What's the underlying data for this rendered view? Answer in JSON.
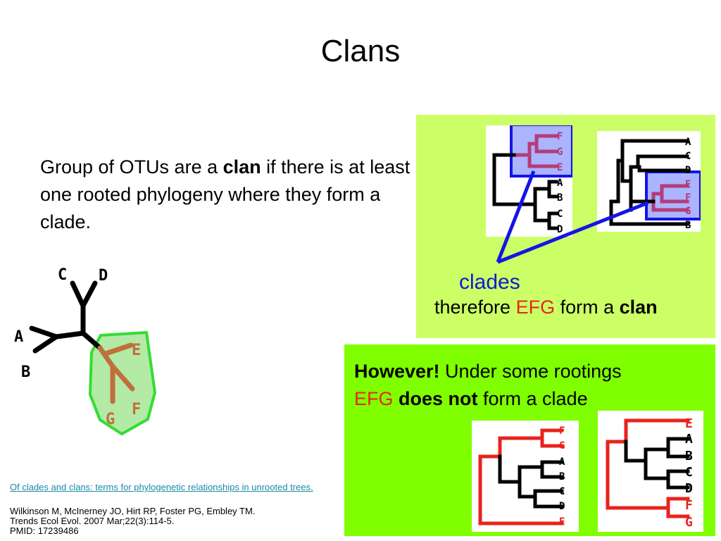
{
  "title": "Clans",
  "definition": {
    "part1": "Group of OTUs are a ",
    "bold": "clan",
    "part2": " if there is at least one rooted phylogeny where they form a clade."
  },
  "unrooted_tree": {
    "labels": {
      "a": "A",
      "b": "B",
      "c": "C",
      "d": "D",
      "e": "E",
      "f": "F",
      "g": "G"
    }
  },
  "rooted_tree_1": {
    "labels": [
      "F",
      "G",
      "E",
      "A",
      "B",
      "C",
      "D"
    ]
  },
  "rooted_tree_2": {
    "labels": [
      "A",
      "C",
      "D",
      "E",
      "F",
      "G",
      "B"
    ]
  },
  "clades_label": "clades",
  "therefore": {
    "part1": "therefore ",
    "highlight": "EFG",
    "part2": " form a ",
    "bold": "clan"
  },
  "however": {
    "bold1": "However!",
    "part1": " Under some rootings ",
    "highlight": "EFG",
    "part2": " ",
    "bold2": "does not",
    "part3": " form a clade"
  },
  "rooted_tree_3": {
    "labels": [
      "F",
      "G",
      "A",
      "B",
      "C",
      "D",
      "E"
    ]
  },
  "rooted_tree_4": {
    "labels": [
      "E",
      "A",
      "B",
      "C",
      "D",
      "F",
      "G"
    ]
  },
  "reference": {
    "link_text": "Of clades and clans: terms for phylogenetic relationships in unrooted trees.",
    "line1": "Wilkinson M, McInerney JO, Hirt RP, Foster PG, Embley TM.",
    "line2": "Trends Ecol Evol. 2007 Mar;22(3):114-5.",
    "line3": "PMID: 17239486"
  },
  "colors": {
    "panel_top": "#ccff66",
    "panel_bottom": "#80ff00",
    "clade_highlight": "#b43c78",
    "clade_box_fill": "#aab4ff",
    "clade_box_stroke": "#1414e6",
    "clan_red": "#e8231c",
    "unrooted_clan": "#c0703a",
    "clan_outline": "#33dd33",
    "clades_text": "#0b1bd1"
  }
}
